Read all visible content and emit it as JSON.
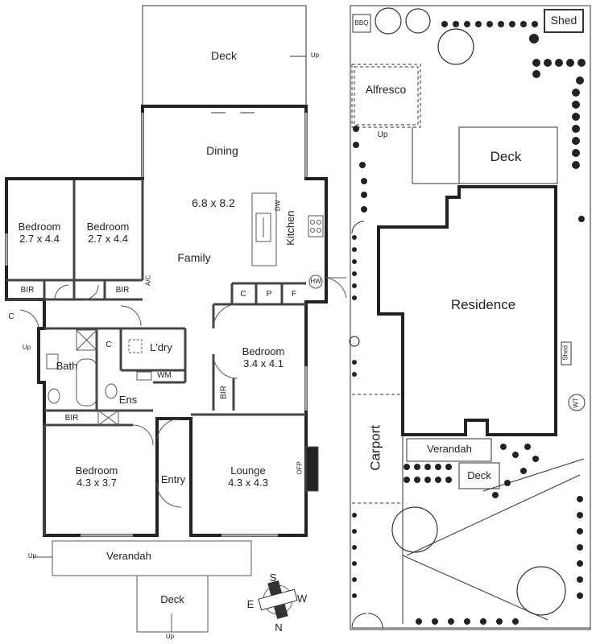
{
  "floor_plan": {
    "rooms": {
      "deck_rear": "Deck",
      "deck_rear_up": "Up",
      "dining": "Dining",
      "living_dims": "6.8 x 8.2",
      "family": "Family",
      "kitchen": "Kitchen",
      "dw": "DW",
      "bed1_name": "Bedroom",
      "bed1_dims": "2.7 x 4.4",
      "bed2_name": "Bedroom",
      "bed2_dims": "2.7 x 4.4",
      "bir1": "BIR",
      "bir2": "BIR",
      "ac": "A/C",
      "c_left": "C",
      "up_left": "Up",
      "c_pantry": "C",
      "p_pantry": "P",
      "f_fridge": "F",
      "hw": "HW",
      "c_laundry": "C",
      "laundry": "L'dry",
      "wm": "WM",
      "bath": "Bath",
      "ens": "Ens",
      "bir_ens": "BIR",
      "bed3_name": "Bedroom",
      "bed3_dims": "3.4 x 4.1",
      "bir_bed3": "BIR",
      "bed4_name": "Bedroom",
      "bed4_dims": "4.3 x 3.7",
      "entry": "Entry",
      "lounge_name": "Lounge",
      "lounge_dims": "4.3 x 4.3",
      "ofp": "OFP",
      "verandah": "Verandah",
      "verandah_up": "Up",
      "deck_front": "Deck",
      "deck_front_up": "Up"
    },
    "compass": {
      "n": "N",
      "s": "S",
      "e": "E",
      "w": "W"
    }
  },
  "site_plan": {
    "bbq": "BBQ",
    "shed": "Shed",
    "alfresco": "Alfresco",
    "up": "Up",
    "deck": "Deck",
    "residence": "Residence",
    "shed_small": "Shed",
    "wt": "WT",
    "carport": "Carport",
    "verandah": "Verandah",
    "deck_front": "Deck"
  }
}
